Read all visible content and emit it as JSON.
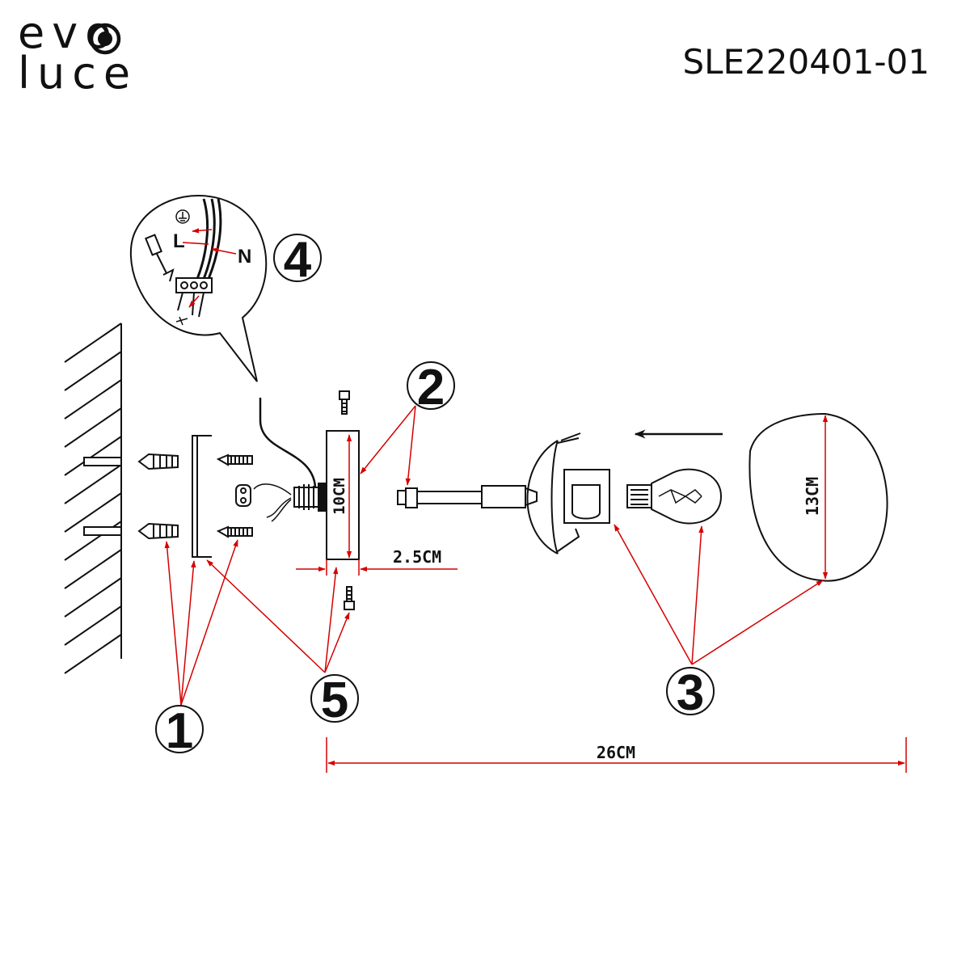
{
  "brand": {
    "line1": "evo",
    "line2": "luce"
  },
  "model": "SLE220401-01",
  "callouts": {
    "c1": "1",
    "c2": "2",
    "c3": "3",
    "c4": "4",
    "c5": "5"
  },
  "dimensions": {
    "overall": "26CM",
    "plate_height": "10CM",
    "plate_depth": "2.5CM",
    "shade_diameter": "13CM"
  },
  "wiring": {
    "live": "L",
    "neutral": "N"
  },
  "colors": {
    "dimension": "#d40000",
    "ink": "#111111"
  }
}
